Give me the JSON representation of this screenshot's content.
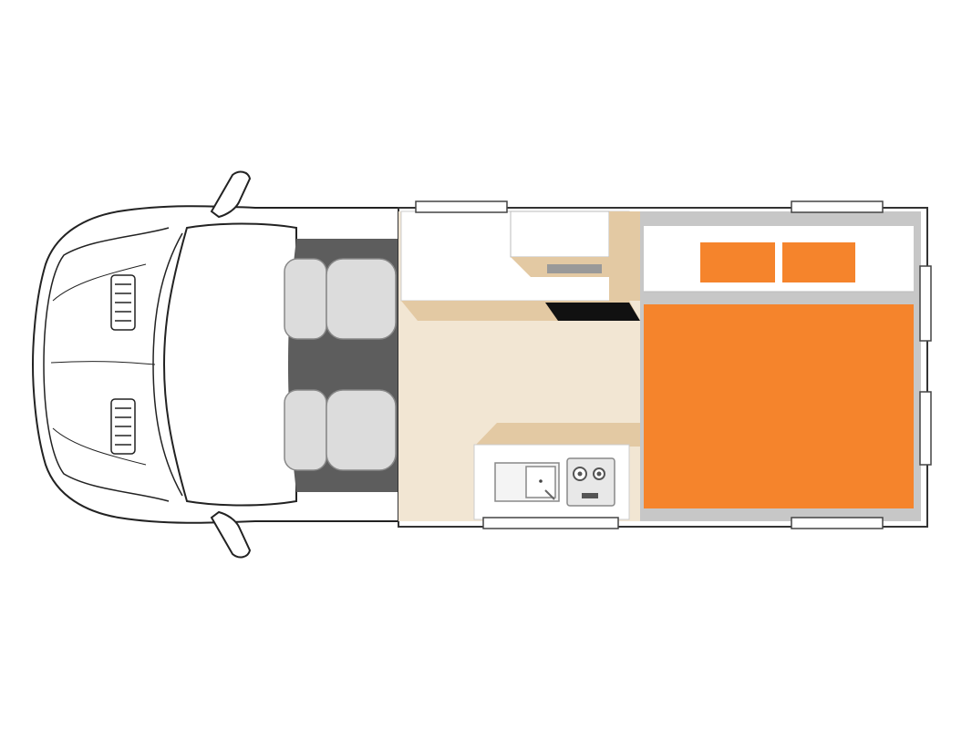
{
  "diagram": {
    "kind": "campervan-floor-plan",
    "view": "top-down",
    "zones": [
      "driver-cab",
      "kitchen-counter",
      "walkway",
      "kitchenette-sink-stove",
      "double-bed"
    ],
    "features": {
      "cab": [
        "bonnet",
        "windscreen",
        "left-mirror",
        "right-mirror",
        "front-seat-upper",
        "front-seat-lower"
      ],
      "kitchen": [
        "upper-counter",
        "microwave",
        "fridge",
        "lower-counter",
        "sink",
        "cooktop"
      ],
      "bedroom": [
        "mattress",
        "pillow-left",
        "pillow-right"
      ],
      "windows": [
        "window-top-1",
        "window-top-2",
        "window-bottom-1",
        "window-bottom-2",
        "window-rear-1",
        "window-rear-2"
      ]
    },
    "colors": {
      "bed": "#f5842c",
      "floor": "#f2e6d3",
      "counter": "#e3c9a3",
      "cabinet": "#ffffff",
      "cab_floor": "#5d5d5d",
      "seat": "#dcdcdc",
      "outline": "#222222",
      "wall": "#bdbdbd"
    }
  }
}
